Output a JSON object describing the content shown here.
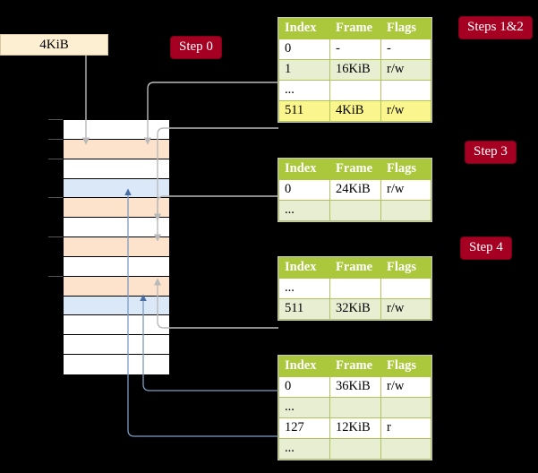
{
  "diagram": {
    "title_visible": false,
    "background": "#000000",
    "accent_badge": "#a50021",
    "table_header": "#abc83c",
    "table_shade": "#e8eed2",
    "highlight": "#faf58c",
    "orange_row": "#fde3cc",
    "blue_row": "#dbe8f7"
  },
  "source_box": {
    "label": "4KiB"
  },
  "badges": {
    "step0": "Step 0",
    "steps12": "Steps 1&2",
    "step3": "Step 3",
    "step4": "Step 4"
  },
  "tables": [
    {
      "id": "level4",
      "columns": [
        "Index",
        "Frame",
        "Flags"
      ],
      "rows": [
        {
          "shade": false,
          "highlight": false,
          "cells": [
            "0",
            "-",
            "-"
          ]
        },
        {
          "shade": true,
          "highlight": false,
          "cells": [
            "1",
            "16KiB",
            "r/w"
          ]
        },
        {
          "shade": false,
          "highlight": false,
          "cells": [
            "...",
            "",
            ""
          ]
        },
        {
          "shade": true,
          "highlight": true,
          "cells": [
            "511",
            "4KiB",
            "r/w"
          ]
        }
      ]
    },
    {
      "id": "level3",
      "columns": [
        "Index",
        "Frame",
        "Flags"
      ],
      "rows": [
        {
          "shade": false,
          "highlight": false,
          "cells": [
            "0",
            "24KiB",
            "r/w"
          ]
        },
        {
          "shade": true,
          "highlight": false,
          "cells": [
            "...",
            "",
            ""
          ]
        }
      ]
    },
    {
      "id": "level2",
      "columns": [
        "Index",
        "Frame",
        "Flags"
      ],
      "rows": [
        {
          "shade": false,
          "highlight": false,
          "cells": [
            "...",
            "",
            ""
          ]
        },
        {
          "shade": true,
          "highlight": false,
          "cells": [
            "511",
            "32KiB",
            "r/w"
          ]
        }
      ]
    },
    {
      "id": "level1",
      "columns": [
        "Index",
        "Frame",
        "Flags"
      ],
      "rows": [
        {
          "shade": false,
          "highlight": false,
          "cells": [
            "0",
            "36KiB",
            "r/w"
          ]
        },
        {
          "shade": true,
          "highlight": false,
          "cells": [
            "...",
            "",
            ""
          ]
        },
        {
          "shade": false,
          "highlight": false,
          "cells": [
            "127",
            "12KiB",
            "r"
          ]
        },
        {
          "shade": true,
          "highlight": false,
          "cells": [
            "...",
            "",
            ""
          ]
        }
      ]
    }
  ],
  "memory_column": {
    "rows": [
      {
        "fill": "white"
      },
      {
        "fill": "orange"
      },
      {
        "fill": "white"
      },
      {
        "fill": "blue"
      },
      {
        "fill": "orange"
      },
      {
        "fill": "white"
      },
      {
        "fill": "orange"
      },
      {
        "fill": "white"
      },
      {
        "fill": "orange"
      },
      {
        "fill": "blue"
      },
      {
        "fill": "white"
      },
      {
        "fill": "white"
      },
      {
        "fill": "white"
      }
    ]
  }
}
